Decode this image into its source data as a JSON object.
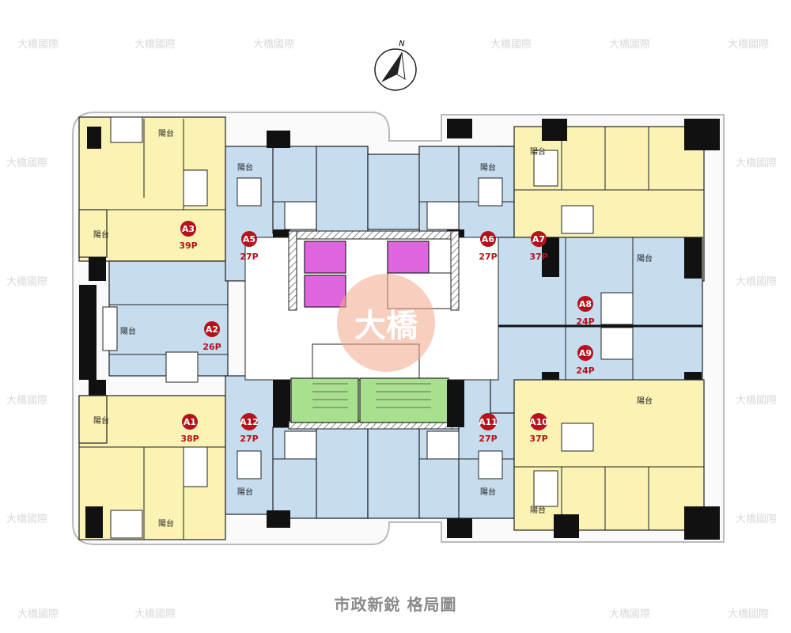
{
  "title": "市政新銳 格局圖",
  "north_label": "N",
  "watermark": "大橋國際",
  "center_logo": "大橋",
  "balcony_label": "陽台",
  "units": [
    {
      "id": "A3",
      "size": "39P"
    },
    {
      "id": "A5",
      "size": "27P"
    },
    {
      "id": "A6",
      "size": "27P"
    },
    {
      "id": "A7",
      "size": "37P"
    },
    {
      "id": "A2",
      "size": "26P"
    },
    {
      "id": "A8",
      "size": "24P"
    },
    {
      "id": "A9",
      "size": "24P"
    },
    {
      "id": "A1",
      "size": "38P"
    },
    {
      "id": "A12",
      "size": "27P"
    },
    {
      "id": "A11",
      "size": "27P"
    },
    {
      "id": "A10",
      "size": "37P"
    }
  ],
  "colors": {
    "large_unit": "#fbf3b4",
    "small_unit": "#c6dcef",
    "elevator": "#e066e0",
    "stair": "#a9e08f",
    "badge": "#b5121b"
  }
}
